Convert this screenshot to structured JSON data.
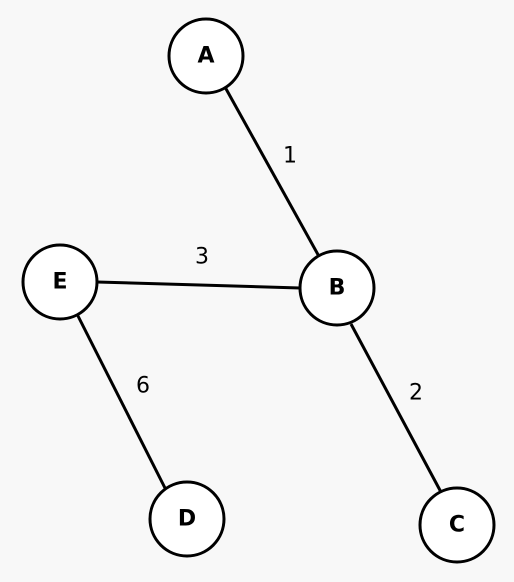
{
  "graph": {
    "nodes": [
      {
        "id": "A",
        "label": "A"
      },
      {
        "id": "B",
        "label": "B"
      },
      {
        "id": "C",
        "label": "C"
      },
      {
        "id": "D",
        "label": "D"
      },
      {
        "id": "E",
        "label": "E"
      }
    ],
    "edges": [
      {
        "from": "A",
        "to": "B",
        "weight": "1"
      },
      {
        "from": "B",
        "to": "C",
        "weight": "2"
      },
      {
        "from": "E",
        "to": "B",
        "weight": "3"
      },
      {
        "from": "E",
        "to": "D",
        "weight": "6"
      }
    ]
  },
  "colors": {
    "background": "#f8f8f8",
    "node_fill": "#ffffff",
    "stroke": "#000000"
  }
}
